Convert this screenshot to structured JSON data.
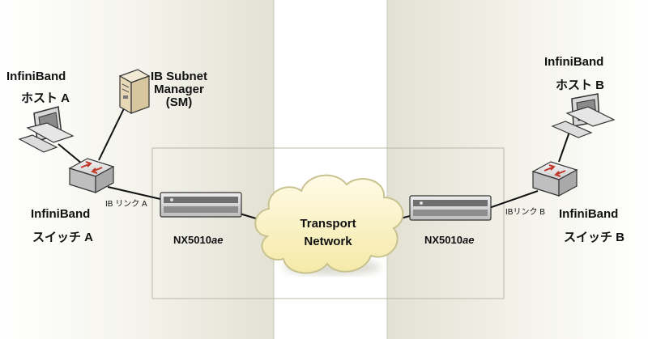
{
  "host_a": {
    "title": "InfiniBand",
    "sub": "ホスト A"
  },
  "subnet_manager": {
    "line1": "IB Subnet",
    "line2": "Manager",
    "line3": "(SM)"
  },
  "switch_a": {
    "title": "InfiniBand",
    "sub": "スイッチ A"
  },
  "ib_link_a": "IB  リンク A",
  "nx_left": {
    "prefix": "NX5010",
    "suffix": "ae"
  },
  "cloud": {
    "line1": "Transport",
    "line2": "Network"
  },
  "nx_right": {
    "prefix": "NX5010",
    "suffix": "ae"
  },
  "ib_link_b": "IBリンク B",
  "host_b": {
    "title": "InfiniBand",
    "sub": "ホスト B"
  },
  "switch_b": {
    "title": "InfiniBand",
    "sub": "スイッチ B"
  },
  "colors": {
    "site_panel": "#ecebe1",
    "site_panel_border": "#c9c8b8",
    "cloud_fill": "#fbf3c8",
    "cloud_stroke": "#c8c28f",
    "link": "#111111",
    "switch_arrow": "#c0392b"
  }
}
